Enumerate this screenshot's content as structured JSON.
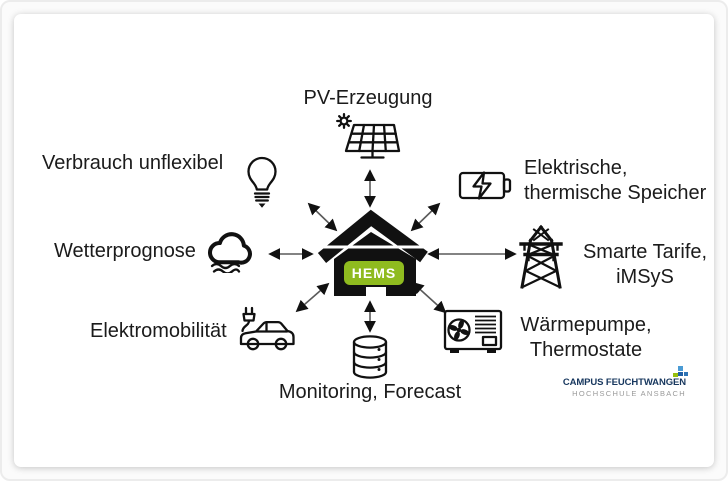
{
  "diagram": {
    "center": {
      "label": "HEMS",
      "icon": "house-icon",
      "color": "#8fbb1f"
    },
    "nodes": {
      "pv": {
        "label": "PV-Erzeugung",
        "icon": "solar-panel-icon"
      },
      "consumption": {
        "label": "Verbrauch unflexibel",
        "icon": "light-bulb-icon"
      },
      "weather": {
        "label": "Wetterprognose",
        "icon": "cloud-icon"
      },
      "emobility": {
        "label": "Elektromobilität",
        "icon": "electric-car-icon"
      },
      "monitoring": {
        "label": "Monitoring, Forecast",
        "icon": "database-icon"
      },
      "storage": {
        "line1": "Elektrische,",
        "line2": "thermische Speicher",
        "icon": "battery-icon"
      },
      "tariffs": {
        "line1": "Smarte Tarife,",
        "line2": "iMSyS",
        "icon": "power-tower-icon"
      },
      "heatpump": {
        "line1": "Wärmepumpe,",
        "line2": "Thermostate",
        "icon": "heat-pump-icon"
      }
    },
    "arrows": "eight double-headed arrows between HEMS house and all nodes"
  },
  "branding": {
    "line1": "CAMPUS FEUCHTWANGEN",
    "line2": "HOCHSCHULE ANSBACH",
    "navy": "#17375e",
    "gray": "#9a9a9a",
    "green": "#97bf0d",
    "blue_light": "#4a9bd4",
    "blue_mid": "#2e74b5",
    "blue_dark": "#1f5fa6"
  }
}
